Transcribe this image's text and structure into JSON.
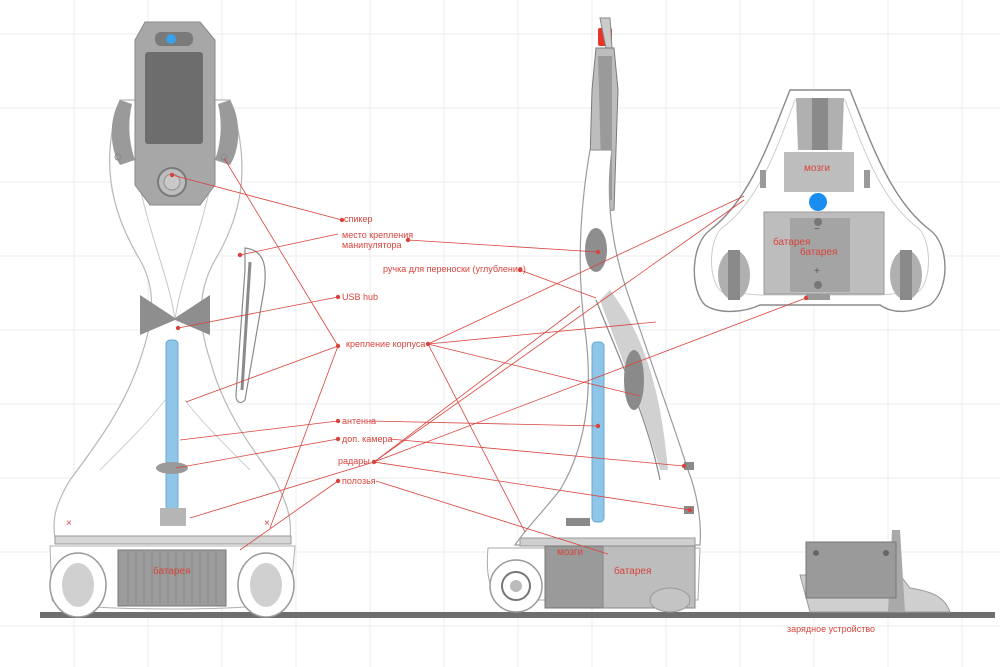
{
  "labels": {
    "speaker": "спикер",
    "manip_mount_1": "место крепления",
    "manip_mount_2": "манипулятора",
    "carry_handle": "ручка для переноски (углубление)",
    "usb_hub": "USB hub",
    "body_mount": "крепление корпуса",
    "antenna": "антенна",
    "extra_camera": "доп. камера",
    "radars": "радары",
    "skids": "полозья"
  },
  "inner_labels": {
    "front_battery": "батарея",
    "side_brains": "мозги",
    "side_battery": "батарея",
    "top_brains": "мозги",
    "top_battery_1": "батарея",
    "top_battery_2": "батарея",
    "top_minus": "−",
    "top_plus": "+"
  },
  "charger_caption": "зарядное устройство",
  "colors": {
    "annotation": "#d8443c",
    "antenna": "#8ec5e8",
    "device_gray": "#8a8a8a",
    "camera": "#3aa0e8",
    "status_red": "#e8352a"
  },
  "icons": {
    "camera": "camera-icon",
    "speaker": "speaker-icon",
    "wheel": "wheel-icon",
    "status_light": "status-light-icon"
  }
}
